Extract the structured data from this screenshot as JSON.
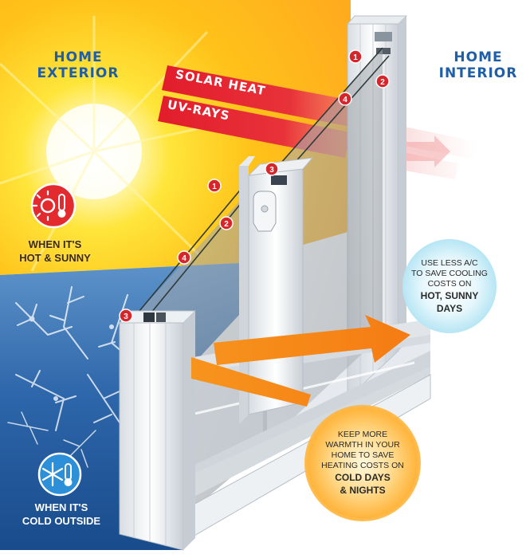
{
  "headings": {
    "exterior": [
      "HOME",
      "EXTERIOR"
    ],
    "interior": [
      "HOME",
      "INTERIOR"
    ]
  },
  "rays": {
    "solar_heat": "SOLAR HEAT",
    "uv_rays": "UV-RAYS"
  },
  "conditions": {
    "hot": {
      "line1": "WHEN IT'S",
      "line2": "HOT & SUNNY",
      "icon": "sun-thermometer-icon"
    },
    "cold": {
      "line1": "WHEN IT'S",
      "line2": "COLD OUTSIDE",
      "icon": "snowflake-thermometer-icon"
    }
  },
  "benefits": {
    "cooling": {
      "lines": [
        "USE LESS A/C",
        "TO SAVE COOLING",
        "COSTS ON"
      ],
      "strong": [
        "HOT, SUNNY",
        "DAYS"
      ]
    },
    "heating": {
      "lines": [
        "KEEP MORE",
        "WARMTH IN YOUR",
        "HOME TO SAVE",
        "HEATING COSTS ON"
      ],
      "strong": [
        "COLD DAYS",
        "& NIGHTS"
      ]
    }
  },
  "callouts": {
    "top_1": "1",
    "top_2": "2",
    "top_4": "4",
    "mid_3": "3",
    "mid_1": "1",
    "mid_2": "2",
    "mid_4": "4",
    "bottom_3": "3"
  },
  "colors": {
    "brand_blue": "#1f5fa8",
    "ray_red": "#e21d2b",
    "sun_yellow": "#ffd21a",
    "cold_blue": "#1e4f8f",
    "arrow_orange": "#f38b12"
  }
}
